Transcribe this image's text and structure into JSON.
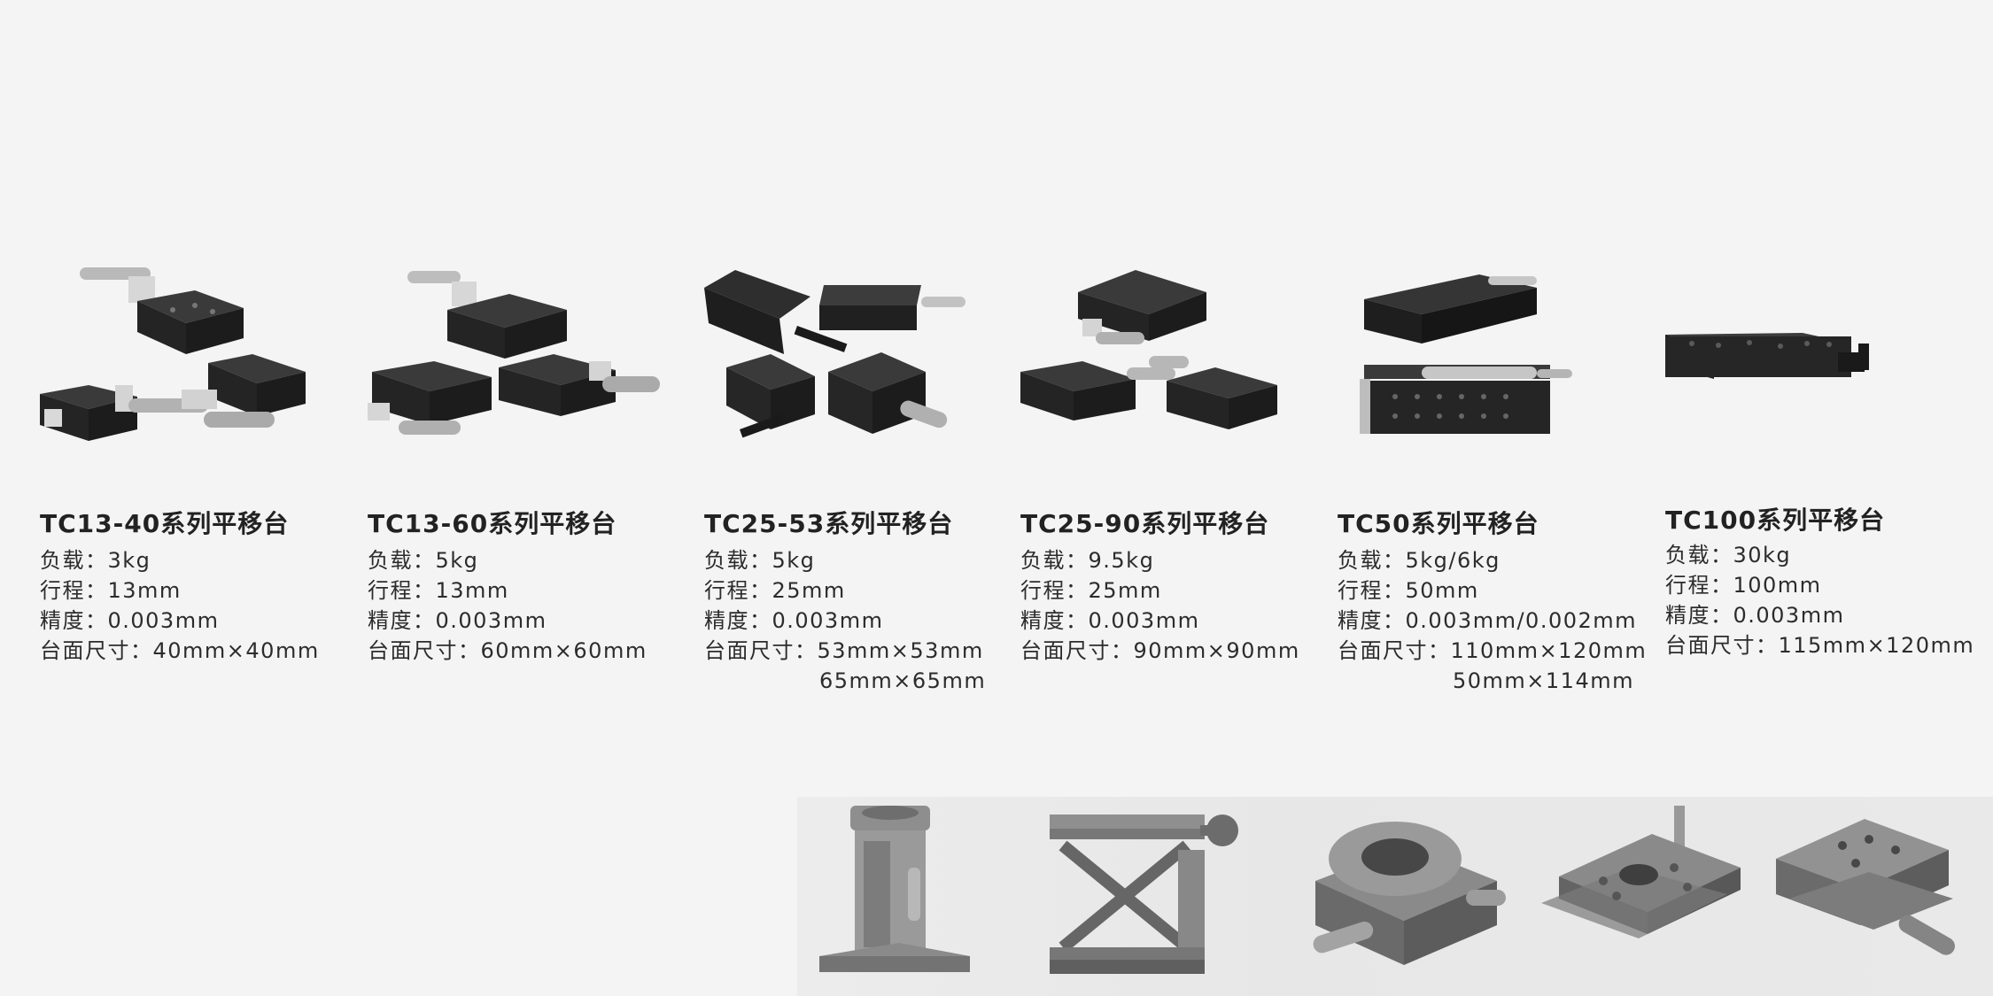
{
  "products": [
    {
      "title": "TC13-40系列平移台",
      "specs": [
        "负载：3kg",
        "行程：13mm",
        "精度：0.003mm",
        "台面尺寸：40mm×40mm"
      ]
    },
    {
      "title": "TC13-60系列平移台",
      "specs": [
        "负载：5kg",
        "行程：13mm",
        "精度：0.003mm",
        "台面尺寸：60mm×60mm"
      ]
    },
    {
      "title": "TC25-53系列平移台",
      "specs": [
        "负载：5kg",
        "行程：25mm",
        "精度：0.003mm",
        "台面尺寸：53mm×53mm"
      ],
      "extra": "65mm×65mm"
    },
    {
      "title": "TC25-90系列平移台",
      "specs": [
        "负载：9.5kg",
        "行程：25mm",
        "精度：0.003mm",
        "台面尺寸：90mm×90mm"
      ]
    },
    {
      "title": "TC50系列平移台",
      "specs": [
        "负载：5kg/6kg",
        "行程：50mm",
        "精度：0.003mm/0.002mm",
        "台面尺寸：110mm×120mm"
      ],
      "extra": "50mm×114mm"
    },
    {
      "title": "TC100系列平移台",
      "specs": [
        "负载：30kg",
        "行程：100mm",
        "精度：0.003mm",
        "台面尺寸：115mm×120mm"
      ]
    }
  ],
  "colors": {
    "background": "#f4f4f4",
    "stage_black": "#2b2b2b",
    "stage_grey": "#6d6d6d",
    "micrometer": "#b8b8b8"
  },
  "icons": [
    "stage-xy-icon",
    "stage-rotation-icon",
    "lab-jack-icon",
    "vertical-stage-icon"
  ]
}
